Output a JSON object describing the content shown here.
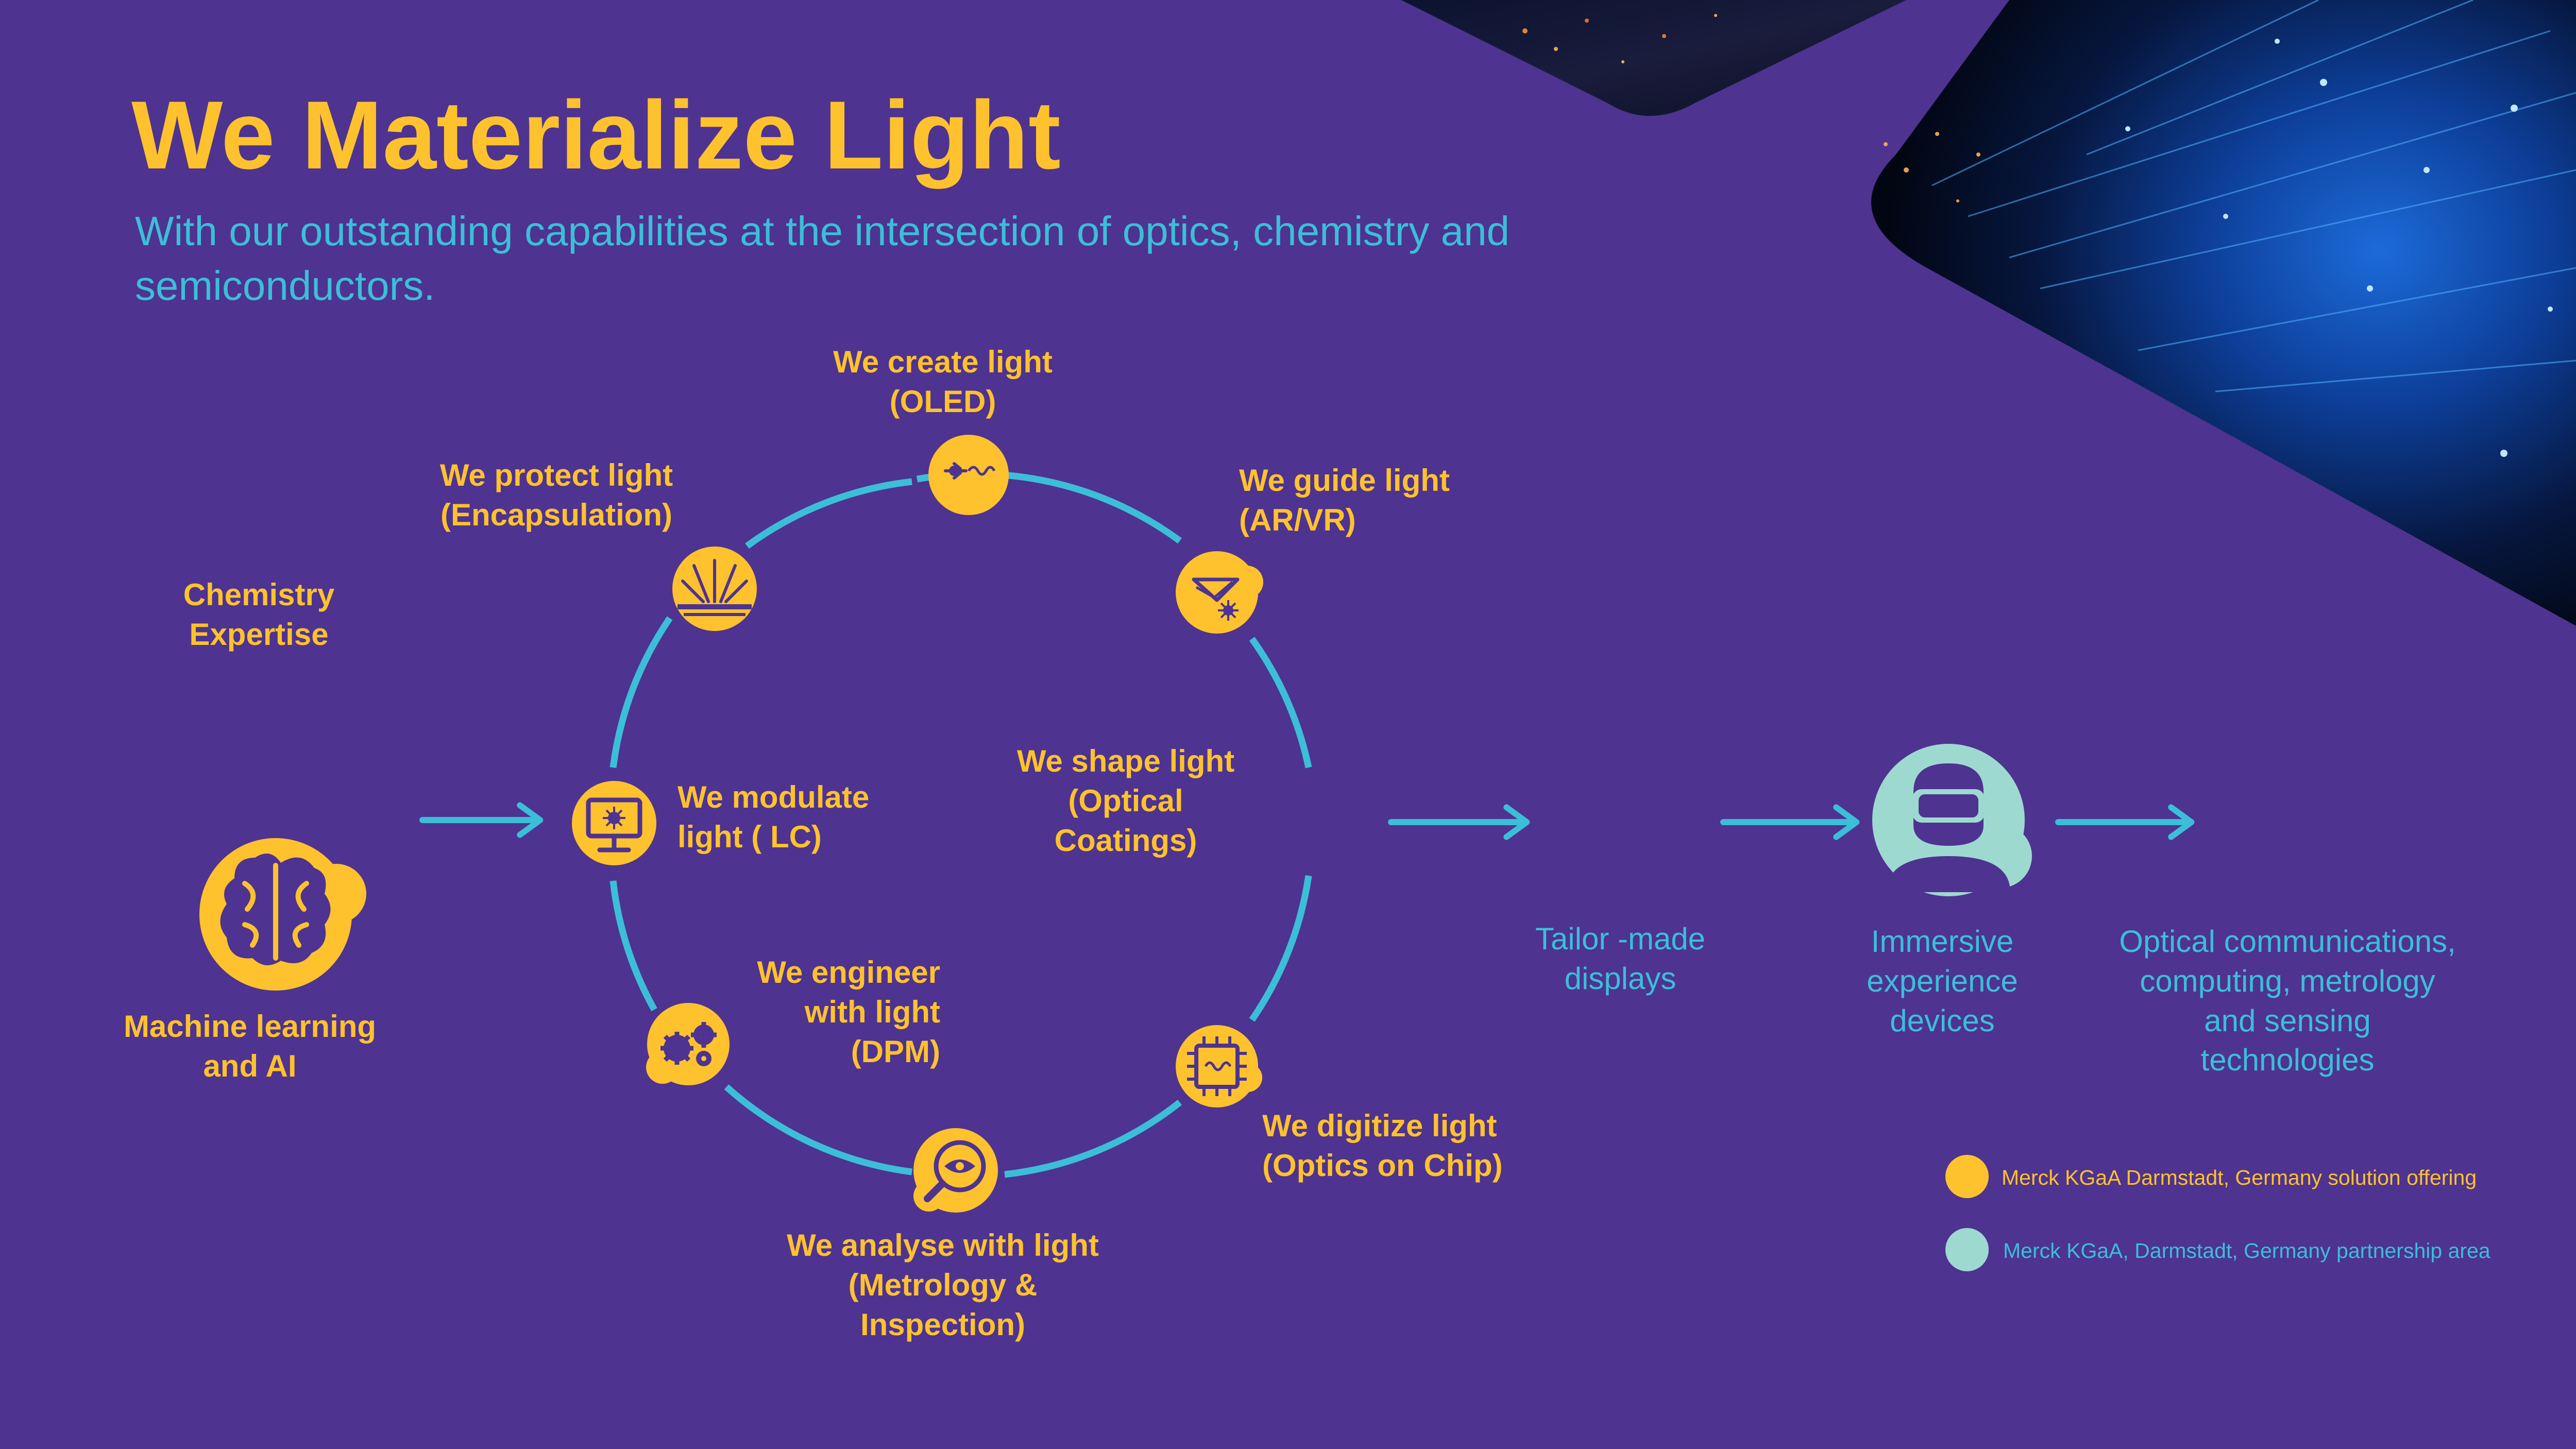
{
  "title": "We Materialize Light",
  "subtitle": "With our outstanding capabilities at the intersection of optics, chemistry and semiconductors.",
  "inputs": {
    "chemistry": "Chemistry\nExpertise",
    "ml": "Machine learning\nand AI"
  },
  "cycle": {
    "create": "We create light\n(OLED)",
    "guide": "We guide light\n(AR/VR)",
    "protect": "We protect light\n(Encapsulation)",
    "modulate": "We modulate\nlight   ( LC)",
    "shape": "We shape light\n(Optical\nCoatings)",
    "engineer": "We engineer\nwith light\n(DPM)",
    "digitize": "We digitize light\n(Optics on Chip)",
    "analyse": "We analyse with light\n(Metrology &\nInspection)"
  },
  "outputs": {
    "displays": "Tailor -made\ndisplays",
    "immersive": "Immersive\nexperience\ndevices",
    "optical": "Optical communications,\ncomputing, metrology\nand sensing\ntechnologies"
  },
  "legend": [
    {
      "label": "Merck KGaA Darmstadt, Germany solution offering",
      "color": "#fec22e"
    },
    {
      "label": "Merck KGaA, Darmstadt, Germany partnership area",
      "color": "#9ed9d0"
    }
  ],
  "colors": {
    "background": "#4e3390",
    "yellow": "#fec22e",
    "cyan": "#3cbed9",
    "teal": "#9ed9d0"
  },
  "icons": [
    "brain-icon",
    "light-emitter-icon",
    "light-guide-icon",
    "radiating-light-icon",
    "monitor-icon",
    "gears-icon",
    "eye-icon",
    "chip-icon",
    "vr-headset-person-icon"
  ]
}
